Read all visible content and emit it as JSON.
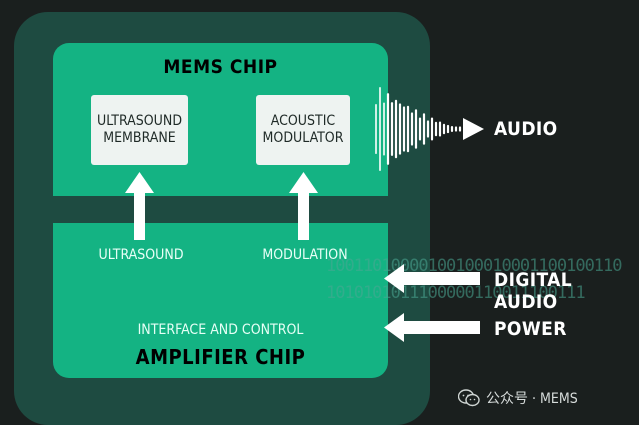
{
  "mems_chip": {
    "title": "MEMS CHIP",
    "ultrasound_membrane": [
      "ULTRASOUND",
      "MEMBRANE"
    ],
    "acoustic_modulator": [
      "ACOUSTIC",
      "MODULATOR"
    ]
  },
  "amplifier_chip": {
    "title": "AMPLIFIER CHIP",
    "subtitle": "INTERFACE AND CONTROL",
    "ultrasound_label": "ULTRASOUND",
    "modulation_label": "MODULATION"
  },
  "signals": {
    "audio": "AUDIO",
    "digital_audio": "DIGITAL AUDIO",
    "power": "POWER",
    "binary_line_1": "10011010000100100010001100100110",
    "binary_line_2": "1010101011100000110011100111"
  },
  "watermark": {
    "text": "公众号 · MEMS"
  },
  "colors": {
    "background": "#1a1f1e",
    "package": "#1e4b41",
    "chip": "#14b383",
    "block": "#eef3f1",
    "arrow": "#ffffff"
  }
}
